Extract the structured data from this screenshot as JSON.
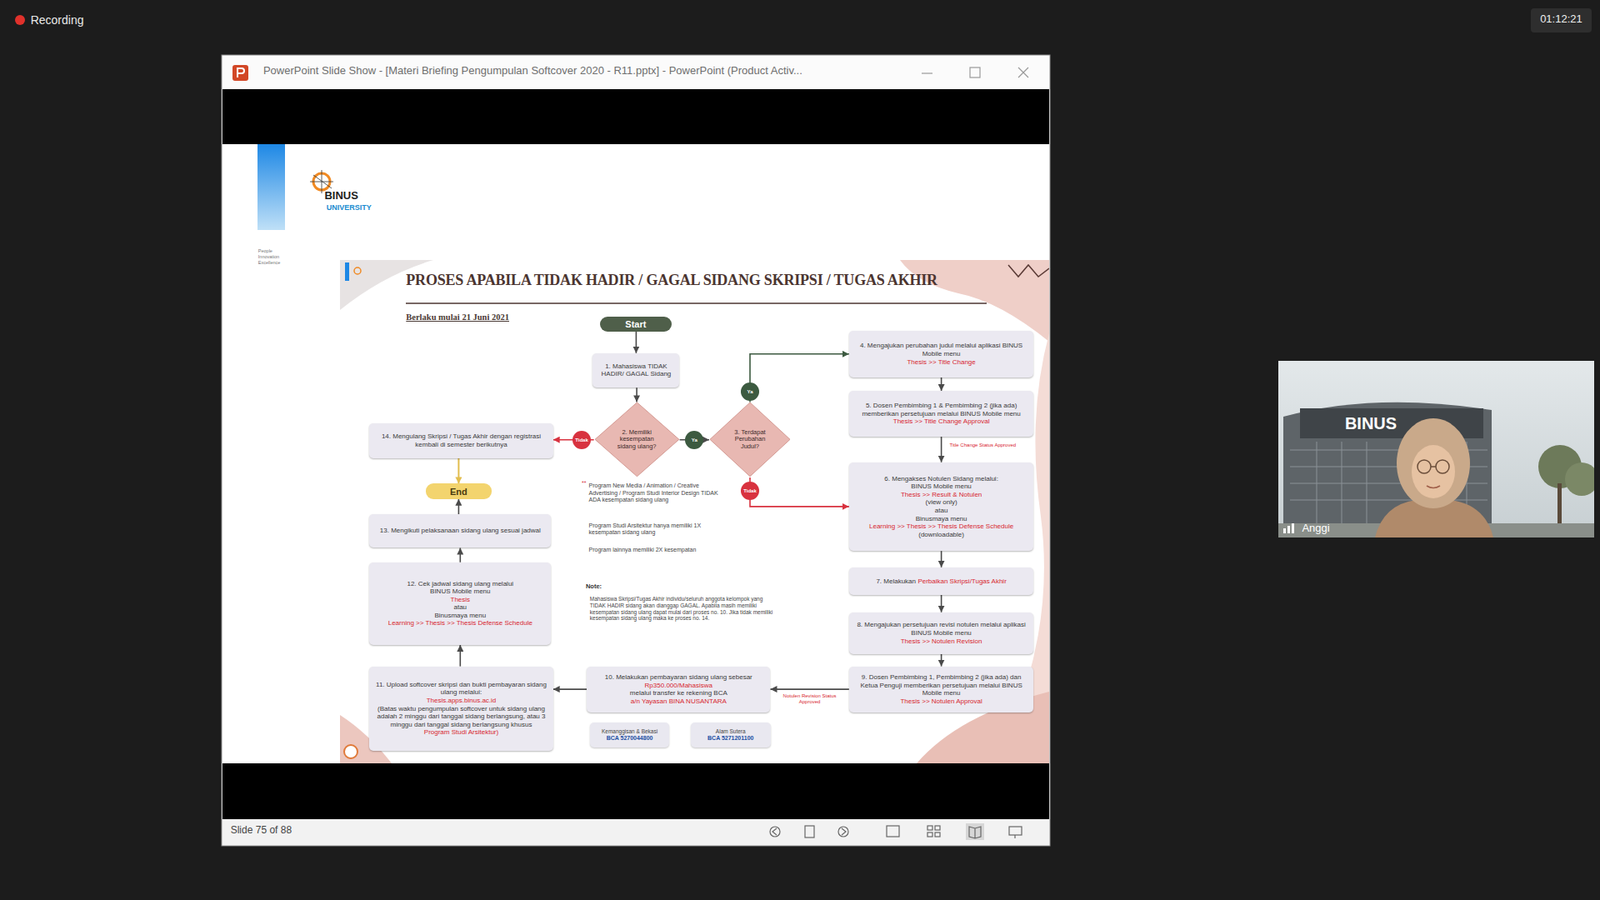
{
  "diagram": {
    "title": "PROSES APABILA TIDAK HADIR / GAGAL SIDANG SKRIPSI / TUGAS AKHIR",
    "nodes": [
      {
        "text": [
          "Start"
        ]
      },
      {
        "text": [
          "1. Mahasiswa TIDAK HADIR/ GAGAL Sidang"
        ]
      },
      {
        "text": [
          "2. Memiliki kesempatan sidang ulang?"
        ]
      },
      {
        "text": [
          "3. Terdapat Perubahan Judul?"
        ]
      },
      {
        "text": [
          "4. Mengajukan perubahan judul melalui aplikasi BINUS Mobile menu",
          "Thesis >> Title Change"
        ]
      },
      {
        "text": [
          "5. Dosen Pembimbing 1 & Pembimbing 2 (jika ada) memberikan persetujuan melalui BINUS Mobile menu",
          "Thesis >> Title Change Approval"
        ]
      },
      {
        "text": [
          "6. Mengakses Notulen Sidang melalui:",
          "BINUS Mobile menu",
          "Thesis >> Result & Notulen",
          "(view only)",
          "atau",
          "Binusmaya menu",
          "Learning >> Thesis >> Thesis Defense Schedule",
          "(downloadable)"
        ]
      },
      {
        "text": [
          "7. Melakukan",
          "Perbaikan Skripsi/Tugas Akhir"
        ]
      },
      {
        "text": [
          "8. Mengajukan persetujuan revisi notulen melalui aplikasi BINUS Mobile menu",
          "Thesis >> Notulen Revision"
        ]
      },
      {
        "text": [
          "9. Dosen Pembimbing 1, Pembimbing 2 (jika ada) dan Ketua Penguji memberikan persetujuan melalui BINUS Mobile menu",
          "Thesis >> Notulen Approval"
        ]
      },
      {
        "text": [
          "10. Melakukan pembayaran sidang ulang sebesar",
          "Rp350.000/Mahasiswa",
          "melalui transfer ke rekening BCA",
          "a/n Yayasan BINA NUSANTARA"
        ]
      },
      {
        "text": [
          "Kemanggisan & Bekasi",
          "BCA 5270044800"
        ]
      },
      {
        "text": [
          "Alam Sutera",
          "BCA 5271201100"
        ]
      },
      {
        "text": [
          "11. Upload softcover skripsi dan bukti pembayaran sidang ulang melalui:",
          "Thesis.apps.binus.ac.id",
          "(Batas waktu pengumpulan softcover untuk sidang ulang adalah 2 minggu dari tanggal sidang berlangsung, atau 3 minggu dari tanggal sidang berlangsung khusus",
          "Program Studi Arsitektur)"
        ]
      },
      {
        "text": [
          "12. Cek jadwal sidang ulang melalui",
          "BINUS Mobile menu",
          "Thesis",
          "atau",
          "Binusmaya menu",
          "Learning >> Thesis >> Thesis Defense Schedule"
        ]
      },
      {
        "text": [
          "13. Mengikuti pelaksanaan sidang ulang sesuai jadwal"
        ]
      },
      {
        "text": [
          "End"
        ]
      },
      {
        "text": [
          "14. Mengulang Skripsi / Tugas Akhir dengan registrasi kembali di semester berikutnya"
        ]
      }
    ],
    "edges": [
      {
        "from": 0,
        "to": 1,
        "arrow": "to"
      },
      {
        "from": 1,
        "to": 2,
        "arrow": "to"
      },
      {
        "from": 2,
        "to": 17,
        "label": "Tidak",
        "arrow": "to"
      },
      {
        "from": 2,
        "to": 3,
        "label": "Ya",
        "arrow": "to"
      },
      {
        "from": 3,
        "to": 4,
        "label": "Ya",
        "arrow": "to"
      },
      {
        "from": 3,
        "to": 6,
        "label": "Tidak",
        "arrow": "to"
      },
      {
        "from": 4,
        "to": 5,
        "arrow": "to"
      },
      {
        "from": 5,
        "to": 6,
        "label": "Title Change Status Approved",
        "arrow": "to"
      },
      {
        "from": 6,
        "to": 7,
        "arrow": "to"
      },
      {
        "from": 7,
        "to": 8,
        "arrow": "to"
      },
      {
        "from": 8,
        "to": 9,
        "arrow": "to"
      },
      {
        "from": 9,
        "to": 10,
        "label": "Notulen Revision Status Approved",
        "arrow": "to"
      },
      {
        "from": 10,
        "to": 13,
        "arrow": "to"
      },
      {
        "from": 13,
        "to": 14,
        "arrow": "to"
      },
      {
        "from": 14,
        "to": 15,
        "arrow": "to"
      },
      {
        "from": 15,
        "to": 16,
        "arrow": "to"
      },
      {
        "from": 17,
        "to": 16,
        "arrow": "to"
      }
    ],
    "labels": [
      "Recording",
      "01:12:21",
      "PowerPoint Slide Show - [Materi Briefing Pengumpulan Softcover 2020 - R11.pptx] - PowerPoint (Product Activ...",
      "BINUS",
      "UNIVERSITY",
      "People",
      "Innovation",
      "Excellence",
      "Berlaku mulai 21 Juni 2021",
      "**",
      "Program New Media / Animation / Creative Advertising / Program Studi Interior Design TIDAK ADA kesempatan sidang ulang",
      "Program Studi Arsitektur hanya memiliki 1X kesempatan sidang ulang",
      "Program lainnya memiliki 2X kesempatan",
      "Note:",
      "Mahasiswa Skripsi/Tugas Akhir individu/seluruh anggota kelompok yang TIDAK HADIR sidang akan dianggap GAGAL. Apabila masih memiliki kesempatan sidang ulang dapat mulai dari proses no. 10. Jika tidak memiliki kesempatan sidang ulang maka ke proses no. 14.",
      "Slide 75 of 88",
      "BINUS",
      "Anggi"
    ]
  }
}
